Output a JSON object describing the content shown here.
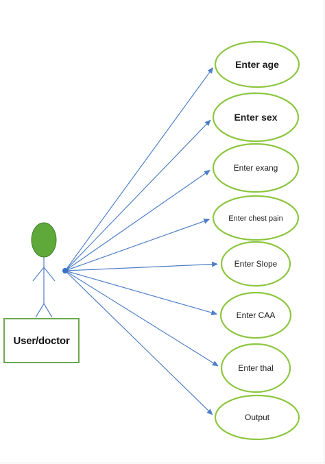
{
  "actor": {
    "label": "User/doctor",
    "head_color": "#5fa83a",
    "border_color": "#6aa84f"
  },
  "use_cases": [
    {
      "label": "Enter age"
    },
    {
      "label": "Enter sex"
    },
    {
      "label": "Enter exang"
    },
    {
      "label": "Enter chest pain"
    },
    {
      "label": "Enter Slope"
    },
    {
      "label": "Enter CAA"
    },
    {
      "label": "Enter thal"
    },
    {
      "label": "Output"
    }
  ],
  "colors": {
    "usecase_border": "#8cc63f",
    "arrow": "#4f7fc8"
  }
}
